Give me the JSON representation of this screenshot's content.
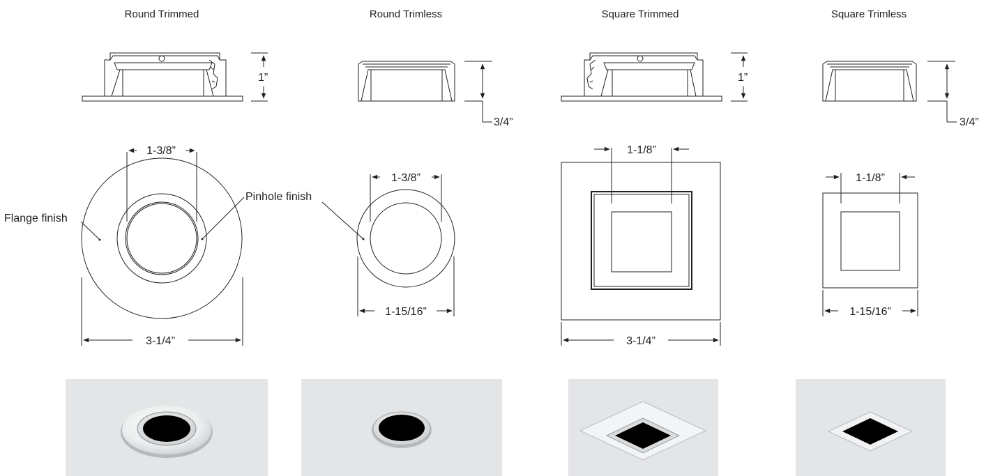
{
  "columns": [
    {
      "title": "Round Trimmed",
      "height": "1”",
      "inner_width": "1-3/8”",
      "outer_width": "3-1/4”",
      "callouts": [
        "Flange finish",
        "Pinhole finish"
      ]
    },
    {
      "title": "Round Trimless",
      "height": "3/4”",
      "inner_width": "1-3/8”",
      "outer_width": "1-15/16”"
    },
    {
      "title": "Square Trimmed",
      "height": "1”",
      "inner_width": "1-1/8”",
      "outer_width": "3-1/4”"
    },
    {
      "title": "Square Trimless",
      "height": "3/4”",
      "inner_width": "1-1/8”",
      "outer_width": "1-15/16”"
    }
  ],
  "colors": {
    "line": "#231f20",
    "photo_background": "#e4e5e7",
    "aperture": "#000000"
  }
}
